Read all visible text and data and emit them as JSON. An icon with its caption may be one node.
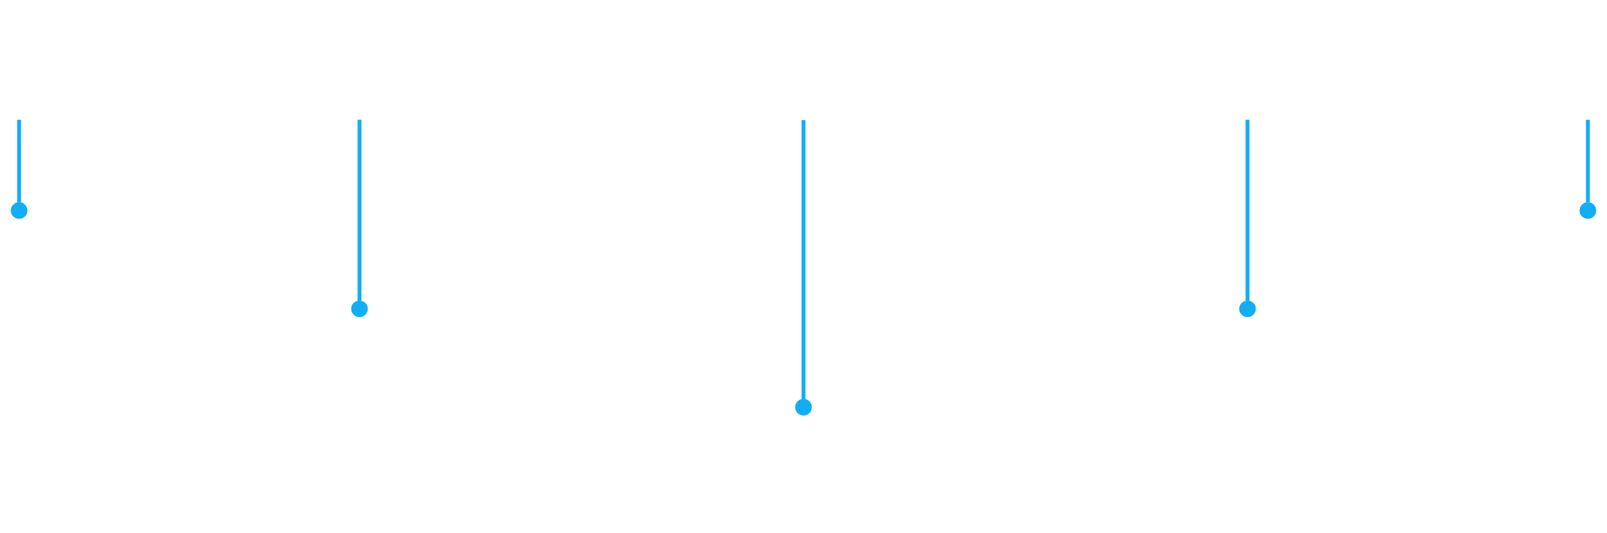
{
  "diagram": {
    "nodes": [
      {
        "text": [],
        "shape": "circle"
      },
      {
        "text": [],
        "shape": "circle"
      },
      {
        "text": [],
        "shape": "circle"
      },
      {
        "text": [],
        "shape": "circle"
      },
      {
        "text": [],
        "shape": "circle"
      }
    ],
    "edges": [
      {
        "from": null,
        "to": 0,
        "arrow": "none"
      },
      {
        "from": null,
        "to": 1,
        "arrow": "none"
      },
      {
        "from": null,
        "to": 2,
        "arrow": "none"
      },
      {
        "from": null,
        "to": 3,
        "arrow": "none"
      },
      {
        "from": null,
        "to": 4,
        "arrow": "none"
      }
    ]
  }
}
